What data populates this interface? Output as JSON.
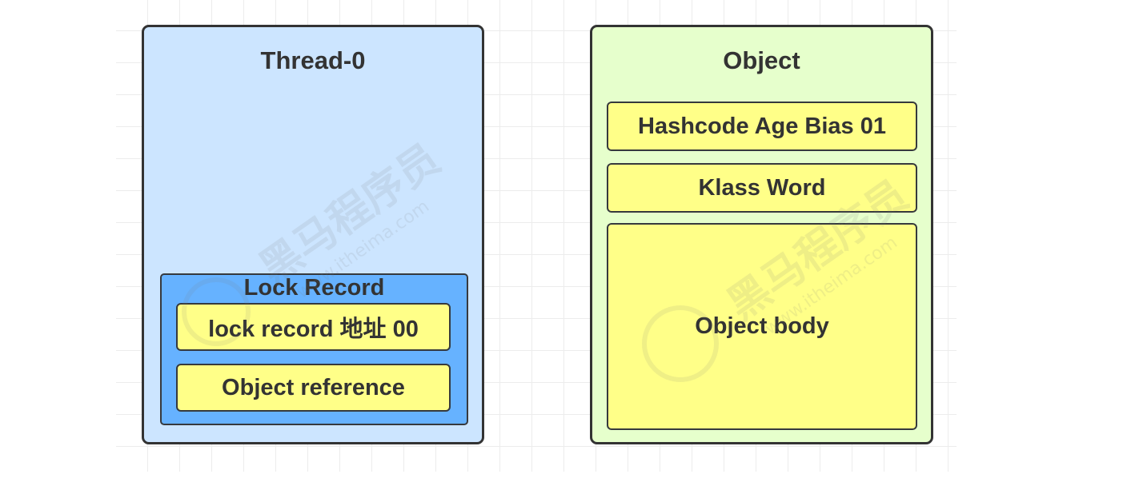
{
  "thread": {
    "title": "Thread-0",
    "lock_record": {
      "title": "Lock Record",
      "lock_address": "lock  record 地址 00",
      "object_reference": "Object reference"
    }
  },
  "object": {
    "title": "Object",
    "mark_word": "Hashcode Age Bias 01",
    "klass_word": "Klass Word",
    "body": "Object body"
  },
  "watermark": {
    "brand": "黑马程序员",
    "url": "www.itheima.com"
  },
  "colors": {
    "thread_fill": "#cce5ff",
    "lock_record_fill": "#66b2ff",
    "object_fill": "#e6ffcc",
    "cell_fill": "#ffff88",
    "border": "#333333"
  }
}
